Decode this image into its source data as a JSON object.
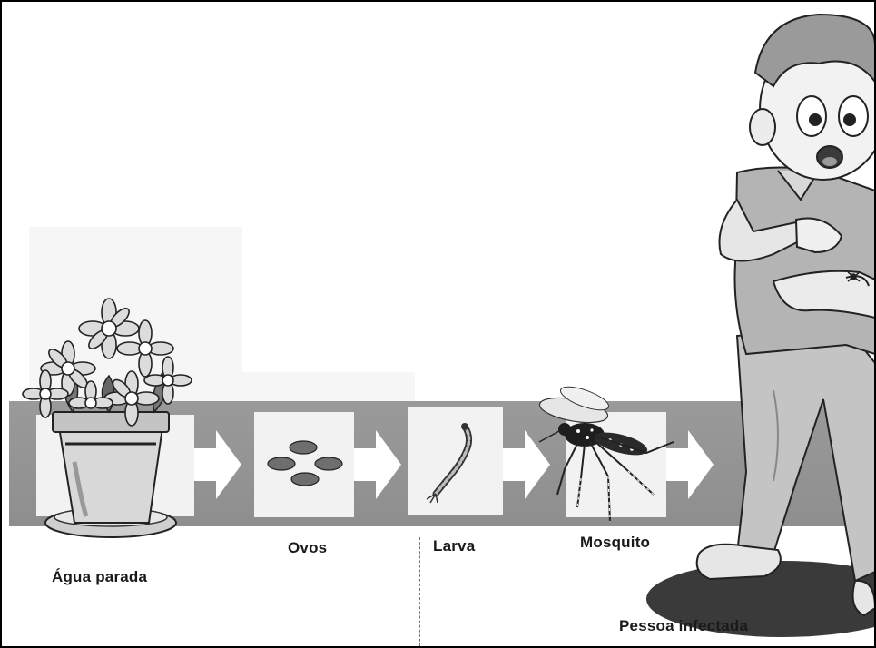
{
  "stages": [
    {
      "id": "agua",
      "label": "Água parada",
      "icon": "flower-pot-icon"
    },
    {
      "id": "ovos",
      "label": "Ovos",
      "icon": "eggs-icon"
    },
    {
      "id": "larva",
      "label": "Larva",
      "icon": "larva-icon"
    },
    {
      "id": "mosquito",
      "label": "Mosquito",
      "icon": "mosquito-icon"
    },
    {
      "id": "pessoa",
      "label": "Pessoa infectada",
      "icon": "infected-boy-icon"
    }
  ],
  "colors": {
    "band": "#959595",
    "panel": "#f2f2f2",
    "arrow": "#ffffff",
    "ink": "#1a1a1a"
  }
}
